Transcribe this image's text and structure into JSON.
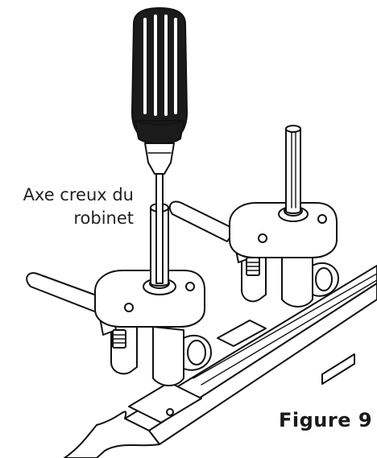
{
  "labels": {
    "callout_line1": "Axe creux du",
    "callout_line2": "robinet",
    "caption": "Figure 9"
  },
  "icons": [
    "screwdriver-icon",
    "valve-icon",
    "manifold-rail-icon"
  ]
}
